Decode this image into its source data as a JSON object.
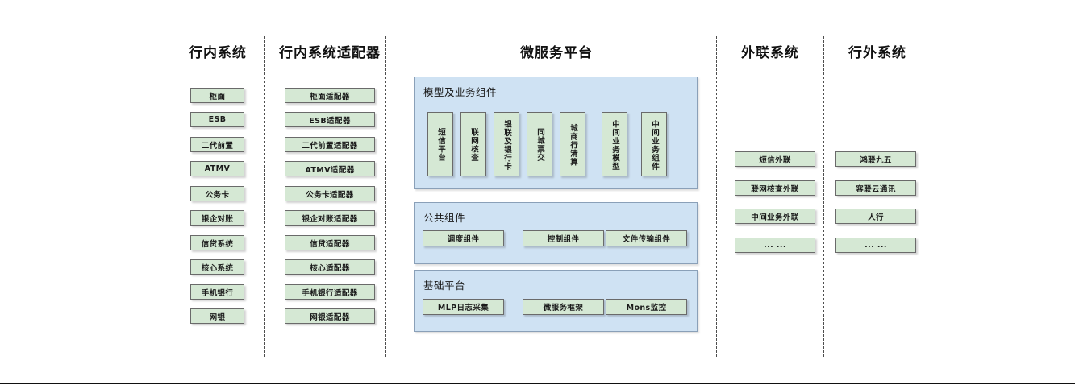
{
  "diagram": {
    "title_row": [
      {
        "id": "col-internal",
        "label": "行内系统"
      },
      {
        "id": "col-internal-adapter",
        "label": "行内系统适配器"
      },
      {
        "id": "col-microservice",
        "label": "微服务平台"
      },
      {
        "id": "col-external-link",
        "label": "外联系统"
      },
      {
        "id": "col-outside",
        "label": "行外系统"
      }
    ],
    "colors": {
      "node_fill": "#d5e8d4",
      "node_border": "#6a6a6a",
      "panel_fill": "#cfe2f3",
      "panel_border": "#8aa0b8",
      "divider": "#4d4d4d",
      "text": "#1a1a1a"
    },
    "columns": {
      "internal_systems": {
        "header": "行内系统",
        "items": [
          "柜面",
          "ESB",
          "二代前置",
          "ATMV",
          "公务卡",
          "银企对账",
          "信贷系统",
          "核心系统",
          "手机银行",
          "网银"
        ]
      },
      "internal_adapters": {
        "header": "行内系统适配器",
        "items": [
          "柜面适配器",
          "ESB适配器",
          "二代前置适配器",
          "ATMV适配器",
          "公务卡适配器",
          "银企对账适配器",
          "信贷适配器",
          "核心适配器",
          "手机银行适配器",
          "网银适配器"
        ]
      },
      "microservice_platform": {
        "header": "微服务平台",
        "panels": [
          {
            "id": "model-business-components",
            "title": "模型及业务组件",
            "items": [
              "短信平台",
              "联网核查",
              "银联及银行卡",
              "同城票交",
              "城商行清算",
              "中间业务模型",
              "中间业务组件"
            ],
            "orientation": "vertical"
          },
          {
            "id": "public-components",
            "title": "公共组件",
            "items": [
              "调度组件",
              "控制组件",
              "文件传输组件"
            ],
            "orientation": "horizontal"
          },
          {
            "id": "base-platform",
            "title": "基础平台",
            "items": [
              "MLP日志采集",
              "微服务框架",
              "Mons监控"
            ],
            "orientation": "horizontal"
          }
        ]
      },
      "external_link_systems": {
        "header": "外联系统",
        "items": [
          "短信外联",
          "联网核查外联",
          "中间业务外联",
          "... ..."
        ]
      },
      "outside_systems": {
        "header": "行外系统",
        "items": [
          "鸿联九五",
          "容联云通讯",
          "人行",
          "... ..."
        ]
      }
    }
  }
}
